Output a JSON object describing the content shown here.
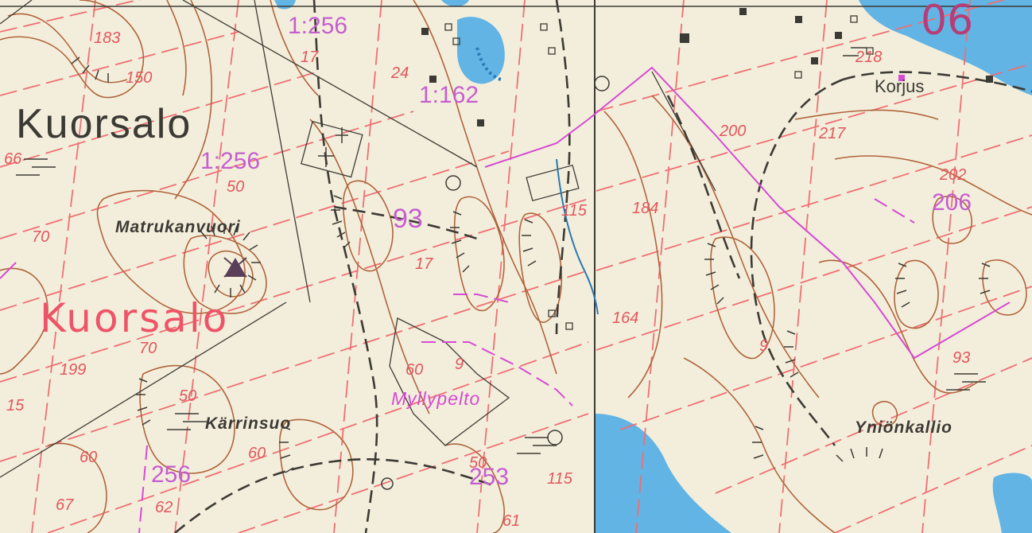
{
  "map": {
    "colors": {
      "paper": "#f3eedb",
      "water": "#61b4e4",
      "contour": "#b0643c",
      "red_grid": "#ef6f74",
      "property_border": "#d54bd3",
      "road": "#3c3a35"
    },
    "sheet_number": "06",
    "place_names": {
      "kuorsalo_black": "Kuorsalo",
      "kuorsalo_red": "Kuorsalo",
      "matrukanvuori": "Matrukanvuori",
      "korjus": "Korjus",
      "myllypelto": "Myllypelto",
      "karrinsuo": "Kärrinsuo",
      "ynionkallio": "Yniönkallio"
    },
    "property_numbers": [
      "1:256",
      "1:162",
      "1:256",
      "93",
      "256",
      "253",
      "206"
    ],
    "elevation_labels": [
      "183",
      "150",
      "17",
      "24",
      "66",
      "50",
      "70",
      "17",
      "115",
      "184",
      "200",
      "217",
      "202",
      "164",
      "218",
      "199",
      "70",
      "15",
      "60",
      "9",
      "50",
      "60",
      "67",
      "62",
      "50",
      "115",
      "61",
      "93",
      "9",
      "60"
    ]
  }
}
